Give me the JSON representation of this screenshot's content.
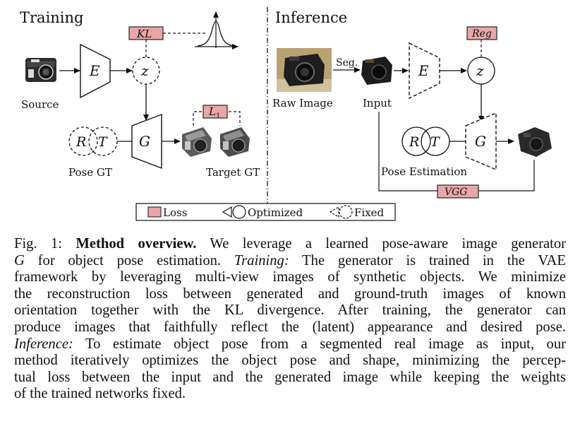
{
  "figure": {
    "training_title": "Training",
    "inference_title": "Inference",
    "training": {
      "source_label": "Source",
      "encoder_label": "E",
      "latent_label": "z",
      "generator_label": "G",
      "loss_kl_label": "KL",
      "loss_l1_label": "L",
      "loss_l1_subscript": "1",
      "pose_r_label": "R",
      "pose_t_label": "T",
      "pose_gt_label": "Pose GT",
      "target_gt_label": "Target GT"
    },
    "inference": {
      "raw_image_label": "Raw Image",
      "seg_label": "Seg.",
      "input_label": "Input",
      "encoder_label": "E",
      "latent_label": "z",
      "generator_label": "G",
      "loss_reg_label": "Reg",
      "loss_vgg_label": "VGG",
      "pose_r_label": "R",
      "pose_t_label": "T",
      "pose_estimation_label": "Pose Estimation"
    },
    "legend": {
      "loss_label": "Loss",
      "optimized_label": "Optimized",
      "fixed_label": "Fixed"
    },
    "colors": {
      "loss_fill": "#e8a7a6",
      "line": "#111111"
    }
  },
  "caption": {
    "fig_label": "Fig. 1:",
    "title": "Method overview.",
    "lines": [
      {
        "parts": [
          {
            "t": "Fig. 1: ",
            "s": "n"
          },
          {
            "t": "Method overview.",
            "s": "b"
          },
          {
            "t": " We leverage a learned pose-aware image generator",
            "s": "n"
          }
        ]
      },
      {
        "parts": [
          {
            "t": "G",
            "s": "i"
          },
          {
            "t": " for object pose estimation. ",
            "s": "n"
          },
          {
            "t": "Training:",
            "s": "i"
          },
          {
            "t": " The generator is trained in the VAE",
            "s": "n"
          }
        ]
      },
      {
        "parts": [
          {
            "t": "framework by leveraging multi-view images of synthetic objects. We minimize",
            "s": "n"
          }
        ]
      },
      {
        "parts": [
          {
            "t": "the reconstruction loss between generated and ground-truth images of known",
            "s": "n"
          }
        ]
      },
      {
        "parts": [
          {
            "t": "orientation together with the KL divergence. After training, the generator can",
            "s": "n"
          }
        ]
      },
      {
        "parts": [
          {
            "t": "produce images that faithfully reflect the (latent) appearance and desired pose.",
            "s": "n"
          }
        ]
      },
      {
        "parts": [
          {
            "t": "Inference:",
            "s": "i"
          },
          {
            "t": " To estimate object pose from a segmented real image as input, our",
            "s": "n"
          }
        ]
      },
      {
        "parts": [
          {
            "t": "method iteratively optimizes the object pose and shape, minimizing the percep-",
            "s": "n"
          }
        ]
      },
      {
        "parts": [
          {
            "t": "tual loss between the input and the generated image while keeping the weights",
            "s": "n"
          }
        ]
      },
      {
        "parts": [
          {
            "t": "of the trained networks fixed.",
            "s": "n"
          }
        ]
      }
    ]
  }
}
